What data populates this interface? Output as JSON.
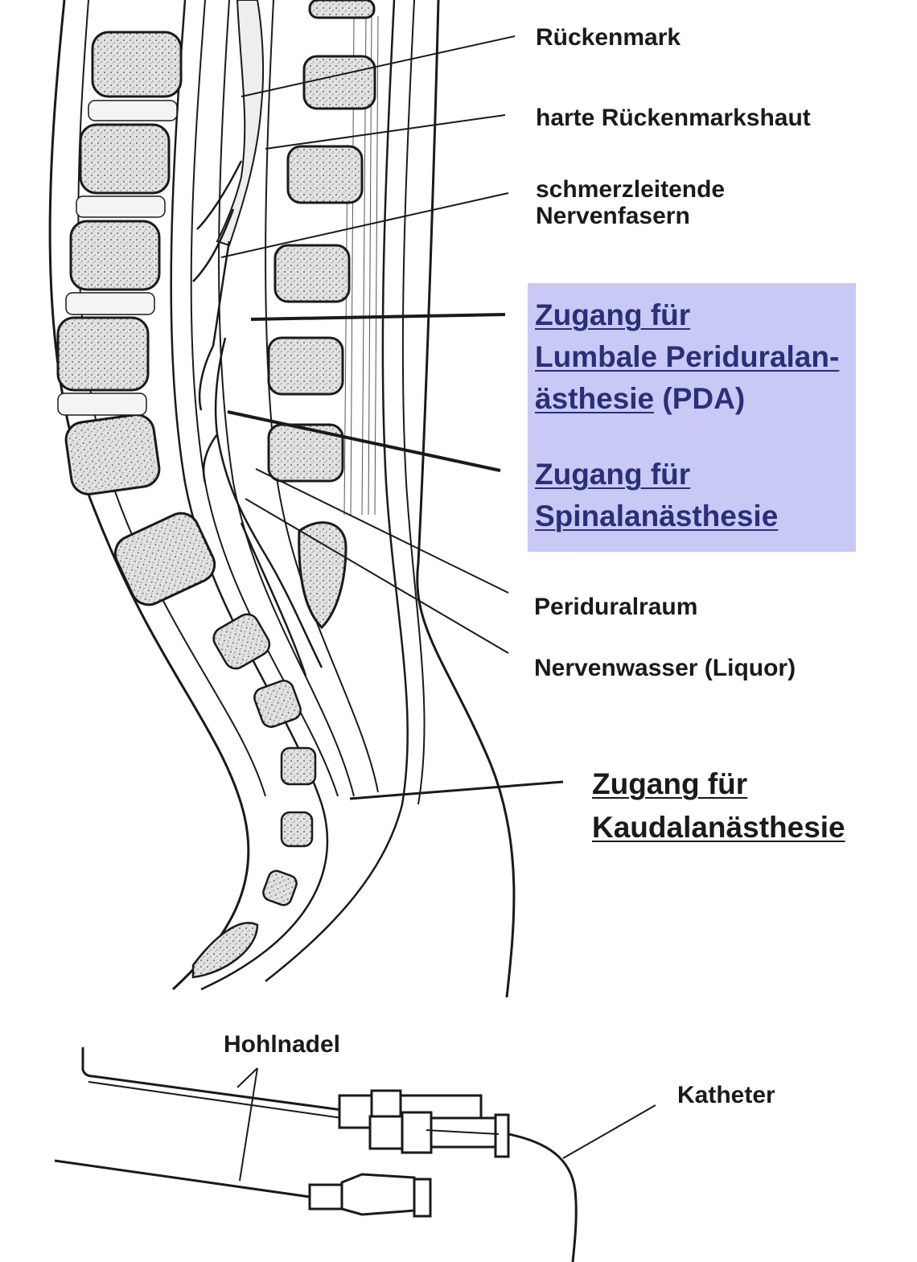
{
  "labels": {
    "rueckenmark": "Rückenmark",
    "harte_haut": "harte Rückenmarkshaut",
    "schmerz_1": "schmerzleitende",
    "schmerz_2": "Nervenfasern",
    "pda_1": "Zugang für",
    "pda_2": "Lumbale Periduralanästhesie",
    "pda_3": "(PDA)",
    "spinal_1": "Zugang für",
    "spinal_2": "Spinalanästhesie",
    "periduralraum": "Periduralraum",
    "nervenwasser": "Nervenwasser (Liquor)",
    "kaudal_1": "Zugang für",
    "kaudal_2": "Kaudalanästhesie",
    "hohlnadel": "Hohlnadel",
    "katheter": "Katheter"
  },
  "pda_2_hyphen_parts": [
    "Lumbale Periduralan-",
    "ästhesie"
  ],
  "colors": {
    "highlight_box": "#c9c9f5",
    "highlight_text": "#2a2f7a",
    "line": "#1a1a1a",
    "vertebra_fill": "#dddddd"
  }
}
